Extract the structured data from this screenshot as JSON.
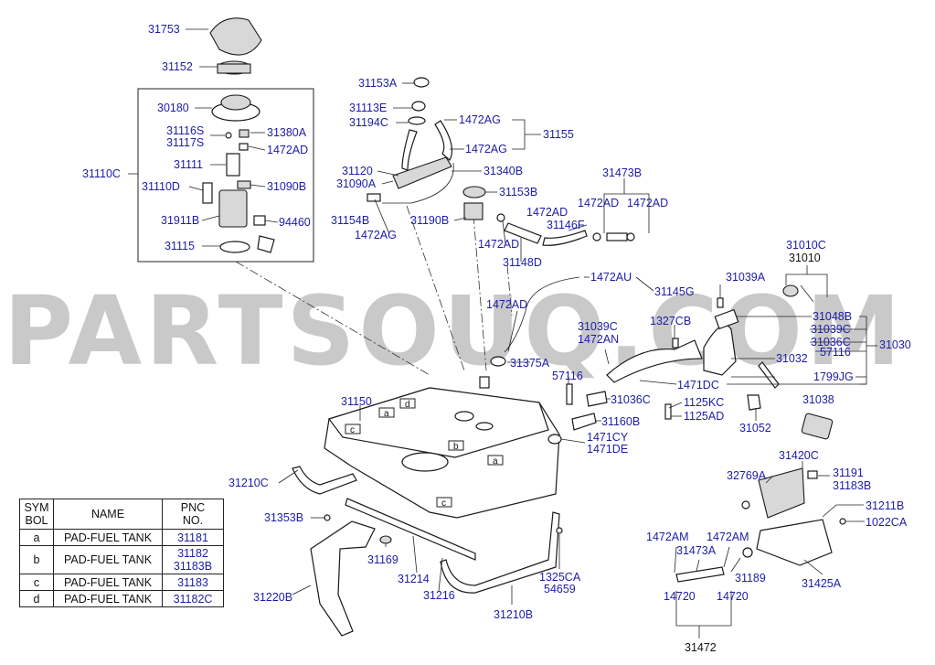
{
  "watermark": "PARTSOUQ.COM",
  "callouts": [
    {
      "id": "31753",
      "text": "31753",
      "link": true
    },
    {
      "id": "31152",
      "text": "31152",
      "link": true
    },
    {
      "id": "30180",
      "text": "30180",
      "link": true
    },
    {
      "id": "31116S",
      "text": "31116S",
      "link": true
    },
    {
      "id": "31117S",
      "text": "31117S",
      "link": true
    },
    {
      "id": "31380A",
      "text": "31380A",
      "link": true
    },
    {
      "id": "1472AD_a",
      "text": "1472AD",
      "link": true
    },
    {
      "id": "31111",
      "text": "31111",
      "link": true
    },
    {
      "id": "31110C",
      "text": "31110C",
      "link": true
    },
    {
      "id": "31110D",
      "text": "31110D",
      "link": true
    },
    {
      "id": "31090B",
      "text": "31090B",
      "link": true
    },
    {
      "id": "31911B",
      "text": "31911B",
      "link": true
    },
    {
      "id": "94460",
      "text": "94460",
      "link": true
    },
    {
      "id": "31115",
      "text": "31115",
      "link": true
    },
    {
      "id": "31153A",
      "text": "31153A",
      "link": true
    },
    {
      "id": "31113E",
      "text": "31113E",
      "link": true
    },
    {
      "id": "31194C",
      "text": "31194C",
      "link": true
    },
    {
      "id": "1472AG_a",
      "text": "1472AG",
      "link": true
    },
    {
      "id": "1472AG_b",
      "text": "1472AG",
      "link": true
    },
    {
      "id": "31155",
      "text": "31155",
      "link": true
    },
    {
      "id": "31120",
      "text": "31120",
      "link": true
    },
    {
      "id": "31340B",
      "text": "31340B",
      "link": true
    },
    {
      "id": "31090A",
      "text": "31090A",
      "link": true
    },
    {
      "id": "31153B",
      "text": "31153B",
      "link": true
    },
    {
      "id": "31154B",
      "text": "31154B",
      "link": true
    },
    {
      "id": "31190B",
      "text": "31190B",
      "link": true
    },
    {
      "id": "1472AG_c",
      "text": "1472AG",
      "link": true
    },
    {
      "id": "31473B",
      "text": "31473B",
      "link": true
    },
    {
      "id": "1472AD_b",
      "text": "1472AD",
      "link": true
    },
    {
      "id": "1472AD_c",
      "text": "1472AD",
      "link": true
    },
    {
      "id": "1472AD_d",
      "text": "1472AD",
      "link": true
    },
    {
      "id": "31146F",
      "text": "31146F",
      "link": true
    },
    {
      "id": "1472AD_e",
      "text": "1472AD",
      "link": true
    },
    {
      "id": "31148D",
      "text": "31148D",
      "link": true
    },
    {
      "id": "31010C",
      "text": "31010C",
      "link": true
    },
    {
      "id": "31010",
      "text": "31010",
      "link": false
    },
    {
      "id": "1472AU",
      "text": "1472AU",
      "link": true
    },
    {
      "id": "31145G",
      "text": "31145G",
      "link": true
    },
    {
      "id": "31039A",
      "text": "31039A",
      "link": true
    },
    {
      "id": "1472AD_f",
      "text": "1472AD",
      "link": true
    },
    {
      "id": "1327CB",
      "text": "1327CB",
      "link": true
    },
    {
      "id": "31048B",
      "text": "31048B",
      "link": true
    },
    {
      "id": "31039C_a",
      "text": "31039C",
      "link": true
    },
    {
      "id": "1472AN",
      "text": "1472AN",
      "link": true
    },
    {
      "id": "31039C_b",
      "text": "31039C",
      "link": true
    },
    {
      "id": "31036C_a",
      "text": "31036C",
      "link": true
    },
    {
      "id": "31030",
      "text": "31030",
      "link": true
    },
    {
      "id": "57116_a",
      "text": "57116",
      "link": true
    },
    {
      "id": "31375A",
      "text": "31375A",
      "link": true
    },
    {
      "id": "31032",
      "text": "31032",
      "link": true
    },
    {
      "id": "57116_b",
      "text": "57116",
      "link": true
    },
    {
      "id": "1799JG",
      "text": "1799JG",
      "link": true
    },
    {
      "id": "1471DC",
      "text": "1471DC",
      "link": true
    },
    {
      "id": "31036C_b",
      "text": "31036C",
      "link": true
    },
    {
      "id": "1125KC",
      "text": "1125KC",
      "link": true
    },
    {
      "id": "1125AD",
      "text": "1125AD",
      "link": true
    },
    {
      "id": "31038",
      "text": "31038",
      "link": true
    },
    {
      "id": "31150",
      "text": "31150",
      "link": true
    },
    {
      "id": "31160B",
      "text": "31160B",
      "link": true
    },
    {
      "id": "31052",
      "text": "31052",
      "link": true
    },
    {
      "id": "1471CY",
      "text": "1471CY",
      "link": true
    },
    {
      "id": "1471DE",
      "text": "1471DE",
      "link": true
    },
    {
      "id": "31420C",
      "text": "31420C",
      "link": true
    },
    {
      "id": "31191",
      "text": "31191",
      "link": true
    },
    {
      "id": "31183B",
      "text": "31183B",
      "link": true
    },
    {
      "id": "32769A",
      "text": "32769A",
      "link": true
    },
    {
      "id": "31210C",
      "text": "31210C",
      "link": true
    },
    {
      "id": "31211B",
      "text": "31211B",
      "link": true
    },
    {
      "id": "31353B",
      "text": "31353B",
      "link": true
    },
    {
      "id": "1022CA",
      "text": "1022CA",
      "link": true
    },
    {
      "id": "1472AM_a",
      "text": "1472AM",
      "link": true
    },
    {
      "id": "1472AM_b",
      "text": "1472AM",
      "link": true
    },
    {
      "id": "31473A",
      "text": "31473A",
      "link": true
    },
    {
      "id": "31169",
      "text": "31169",
      "link": true
    },
    {
      "id": "31214",
      "text": "31214",
      "link": true
    },
    {
      "id": "1325CA",
      "text": "1325CA",
      "link": true
    },
    {
      "id": "54659",
      "text": "54659",
      "link": true
    },
    {
      "id": "31189",
      "text": "31189",
      "link": true
    },
    {
      "id": "31425A",
      "text": "31425A",
      "link": true
    },
    {
      "id": "31220B",
      "text": "31220B",
      "link": true
    },
    {
      "id": "31216",
      "text": "31216",
      "link": true
    },
    {
      "id": "31210B",
      "text": "31210B",
      "link": true
    },
    {
      "id": "14720_a",
      "text": "14720",
      "link": true
    },
    {
      "id": "14720_b",
      "text": "14720",
      "link": true
    },
    {
      "id": "31472",
      "text": "31472",
      "link": false
    }
  ],
  "pad_markers": [
    "a",
    "b",
    "c",
    "d"
  ],
  "legend": {
    "headers": {
      "symbol": "SYM\nBOL",
      "name": "NAME",
      "pnc": "PNC\nNO."
    },
    "rows": [
      {
        "symbol": "a",
        "name": "PAD-FUEL TANK",
        "pnc": "31181"
      },
      {
        "symbol": "b",
        "name": "PAD-FUEL TANK",
        "pnc": "31182\n31183B"
      },
      {
        "symbol": "c",
        "name": "PAD-FUEL TANK",
        "pnc": "31183"
      },
      {
        "symbol": "d",
        "name": "PAD-FUEL TANK",
        "pnc": "31182C"
      }
    ]
  },
  "colors": {
    "link": "#1c1ca8",
    "text": "#111111",
    "watermark": "#c9c9c9",
    "line": "#1a1a1a"
  }
}
